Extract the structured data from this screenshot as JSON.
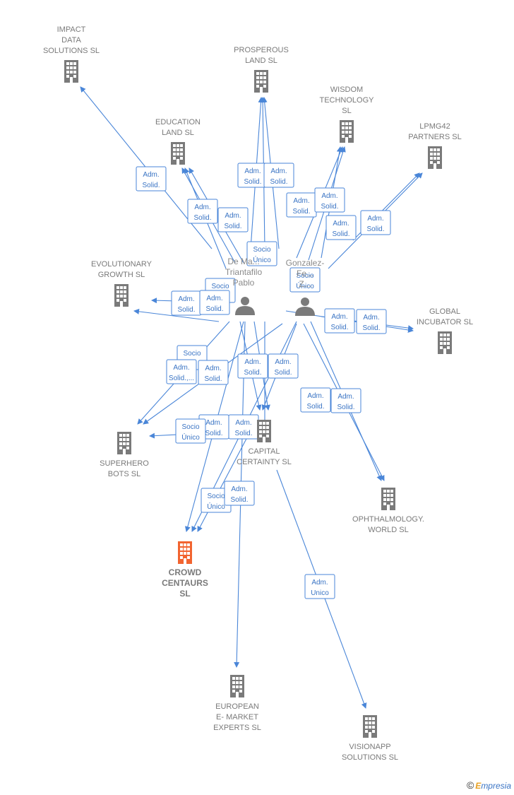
{
  "colors": {
    "edge": "#4a86d8",
    "building": "#7a7a7a",
    "main_building": "#f26430",
    "person": "#7a7a7a"
  },
  "people": [
    {
      "id": "p1",
      "label_lines": [
        "De Ma...",
        "Triantafilo",
        "Pablo"
      ]
    },
    {
      "id": "p2",
      "label_lines": [
        "Gonzalez-",
        "Fe...",
        "Z..."
      ]
    }
  ],
  "companies": [
    {
      "id": "impact",
      "label_lines": [
        "IMPACT",
        "DATA",
        "SOLUTIONS  SL"
      ]
    },
    {
      "id": "prosperous",
      "label_lines": [
        "PROSPEROUS",
        "LAND  SL"
      ]
    },
    {
      "id": "wisdom",
      "label_lines": [
        "WISDOM",
        "TECHNOLOGY",
        "SL"
      ]
    },
    {
      "id": "lpmg",
      "label_lines": [
        "LPMG42",
        "PARTNERS  SL"
      ]
    },
    {
      "id": "education",
      "label_lines": [
        "EDUCATION",
        "LAND  SL"
      ]
    },
    {
      "id": "evolutionary",
      "label_lines": [
        "EVOLUTIONARY",
        "GROWTH  SL"
      ]
    },
    {
      "id": "global",
      "label_lines": [
        "GLOBAL",
        "INCUBATOR  SL"
      ]
    },
    {
      "id": "superhero",
      "label_lines": [
        "SUPERHERO",
        "BOTS  SL"
      ]
    },
    {
      "id": "capital",
      "label_lines": [
        "CAPITAL",
        "CERTAINTY  SL"
      ]
    },
    {
      "id": "ophthalmology",
      "label_lines": [
        "OPHTHALMOLOGY.",
        "WORLD  SL"
      ]
    },
    {
      "id": "crowd",
      "label_lines": [
        "CROWD",
        "CENTAURS",
        "SL"
      ],
      "main": true
    },
    {
      "id": "european",
      "label_lines": [
        "EUROPEAN",
        "E- MARKET",
        "EXPERTS SL"
      ]
    },
    {
      "id": "visionapp",
      "label_lines": [
        "VISIONAPP",
        "SOLUTIONS  SL"
      ]
    }
  ],
  "relations": [
    {
      "id": "r1",
      "lines": [
        "Adm.",
        "Solid."
      ]
    },
    {
      "id": "r2",
      "lines": [
        "Adm.",
        "Solid."
      ]
    },
    {
      "id": "r3",
      "lines": [
        "Adm.",
        "Solid."
      ]
    },
    {
      "id": "r4",
      "lines": [
        "Adm.",
        "Solid."
      ]
    },
    {
      "id": "r5",
      "lines": [
        "Adm.",
        "Solid."
      ]
    },
    {
      "id": "r6",
      "lines": [
        "Adm.",
        "Solid."
      ]
    },
    {
      "id": "r7",
      "lines": [
        "Adm.",
        "Solid."
      ]
    },
    {
      "id": "r8",
      "lines": [
        "Adm.",
        "Solid."
      ]
    },
    {
      "id": "r9",
      "lines": [
        "Adm.",
        "Solid."
      ]
    },
    {
      "id": "r10",
      "lines": [
        "Socio",
        "Único"
      ]
    },
    {
      "id": "r11",
      "lines": [
        "Socio",
        "Único"
      ]
    },
    {
      "id": "r12",
      "lines": [
        "Adm.",
        "Solid."
      ]
    },
    {
      "id": "r13",
      "lines": [
        "Socio",
        "Único"
      ]
    },
    {
      "id": "r14",
      "lines": [
        "Adm.",
        "Solid."
      ]
    },
    {
      "id": "r15",
      "lines": [
        "Adm.",
        "Solid."
      ]
    },
    {
      "id": "r16",
      "lines": [
        "Adm.",
        "Solid."
      ]
    },
    {
      "id": "r17",
      "lines": [
        "Socio",
        ""
      ]
    },
    {
      "id": "r18",
      "lines": [
        "Adm.",
        "Solid.,..."
      ]
    },
    {
      "id": "r19",
      "lines": [
        "Adm.",
        "Solid."
      ]
    },
    {
      "id": "r20",
      "lines": [
        "Adm.",
        "Solid."
      ]
    },
    {
      "id": "r21",
      "lines": [
        "Adm.",
        "Solid."
      ]
    },
    {
      "id": "r22",
      "lines": [
        "Adm.",
        "Solid."
      ]
    },
    {
      "id": "r23",
      "lines": [
        "Adm.",
        "Solid."
      ]
    },
    {
      "id": "r24",
      "lines": [
        "Adm.",
        "Solid."
      ]
    },
    {
      "id": "r25",
      "lines": [
        "Socio",
        "Único"
      ]
    },
    {
      "id": "r26",
      "lines": [
        "Adm.",
        "Solid."
      ]
    },
    {
      "id": "r27",
      "lines": [
        "Socio",
        "Único"
      ]
    },
    {
      "id": "r28",
      "lines": [
        "Adm.",
        "Solid."
      ]
    },
    {
      "id": "r29",
      "lines": [
        "Adm.",
        "Unico"
      ]
    }
  ],
  "footer": {
    "copyright": "©",
    "brand_e": "E",
    "brand_rest": "mpresia"
  }
}
